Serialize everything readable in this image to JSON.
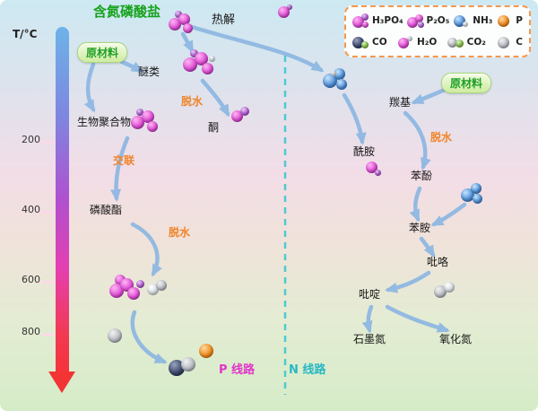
{
  "colors": {
    "accent_green": "#16a21c",
    "accent_orange": "#f08428",
    "accent_magenta": "#e235c8",
    "accent_teal": "#27b7c3",
    "arrow_blue": "#8fb8e2",
    "legend_border": "#f5974d"
  },
  "temp_axis": {
    "title": "T/°C",
    "ticks": [
      "200",
      "400",
      "600",
      "800"
    ]
  },
  "top": {
    "precursor": "含氮磷酸盐",
    "pyrolysis": "热解"
  },
  "raw_material": "原材料",
  "p_route": {
    "ether": "醚类",
    "dehydration1": "脱水",
    "ketone": "酮",
    "biopolymer": "生物聚合物",
    "crosslink": "交联",
    "phosphate_ester": "磷酸酯",
    "dehydration2": "脱水",
    "route_label": "P 线路"
  },
  "n_route": {
    "carbonyl": "羰基",
    "dehydration": "脱水",
    "amide": "酰胺",
    "phenol": "苯酚",
    "aniline": "苯胺",
    "pyrrole": "吡咯",
    "pyridine": "吡啶",
    "graphitic_n": "石墨氮",
    "nitrogen_oxide": "氧化氮",
    "route_label": "N 线路"
  },
  "legend": {
    "row1": [
      {
        "label": "H₃PO₄"
      },
      {
        "label": "P₂O₅"
      },
      {
        "label": "NH₃"
      },
      {
        "label": "P"
      }
    ],
    "row2": [
      {
        "label": "CO"
      },
      {
        "label": "H₂O"
      },
      {
        "label": "CO₂"
      },
      {
        "label": "C"
      }
    ]
  }
}
